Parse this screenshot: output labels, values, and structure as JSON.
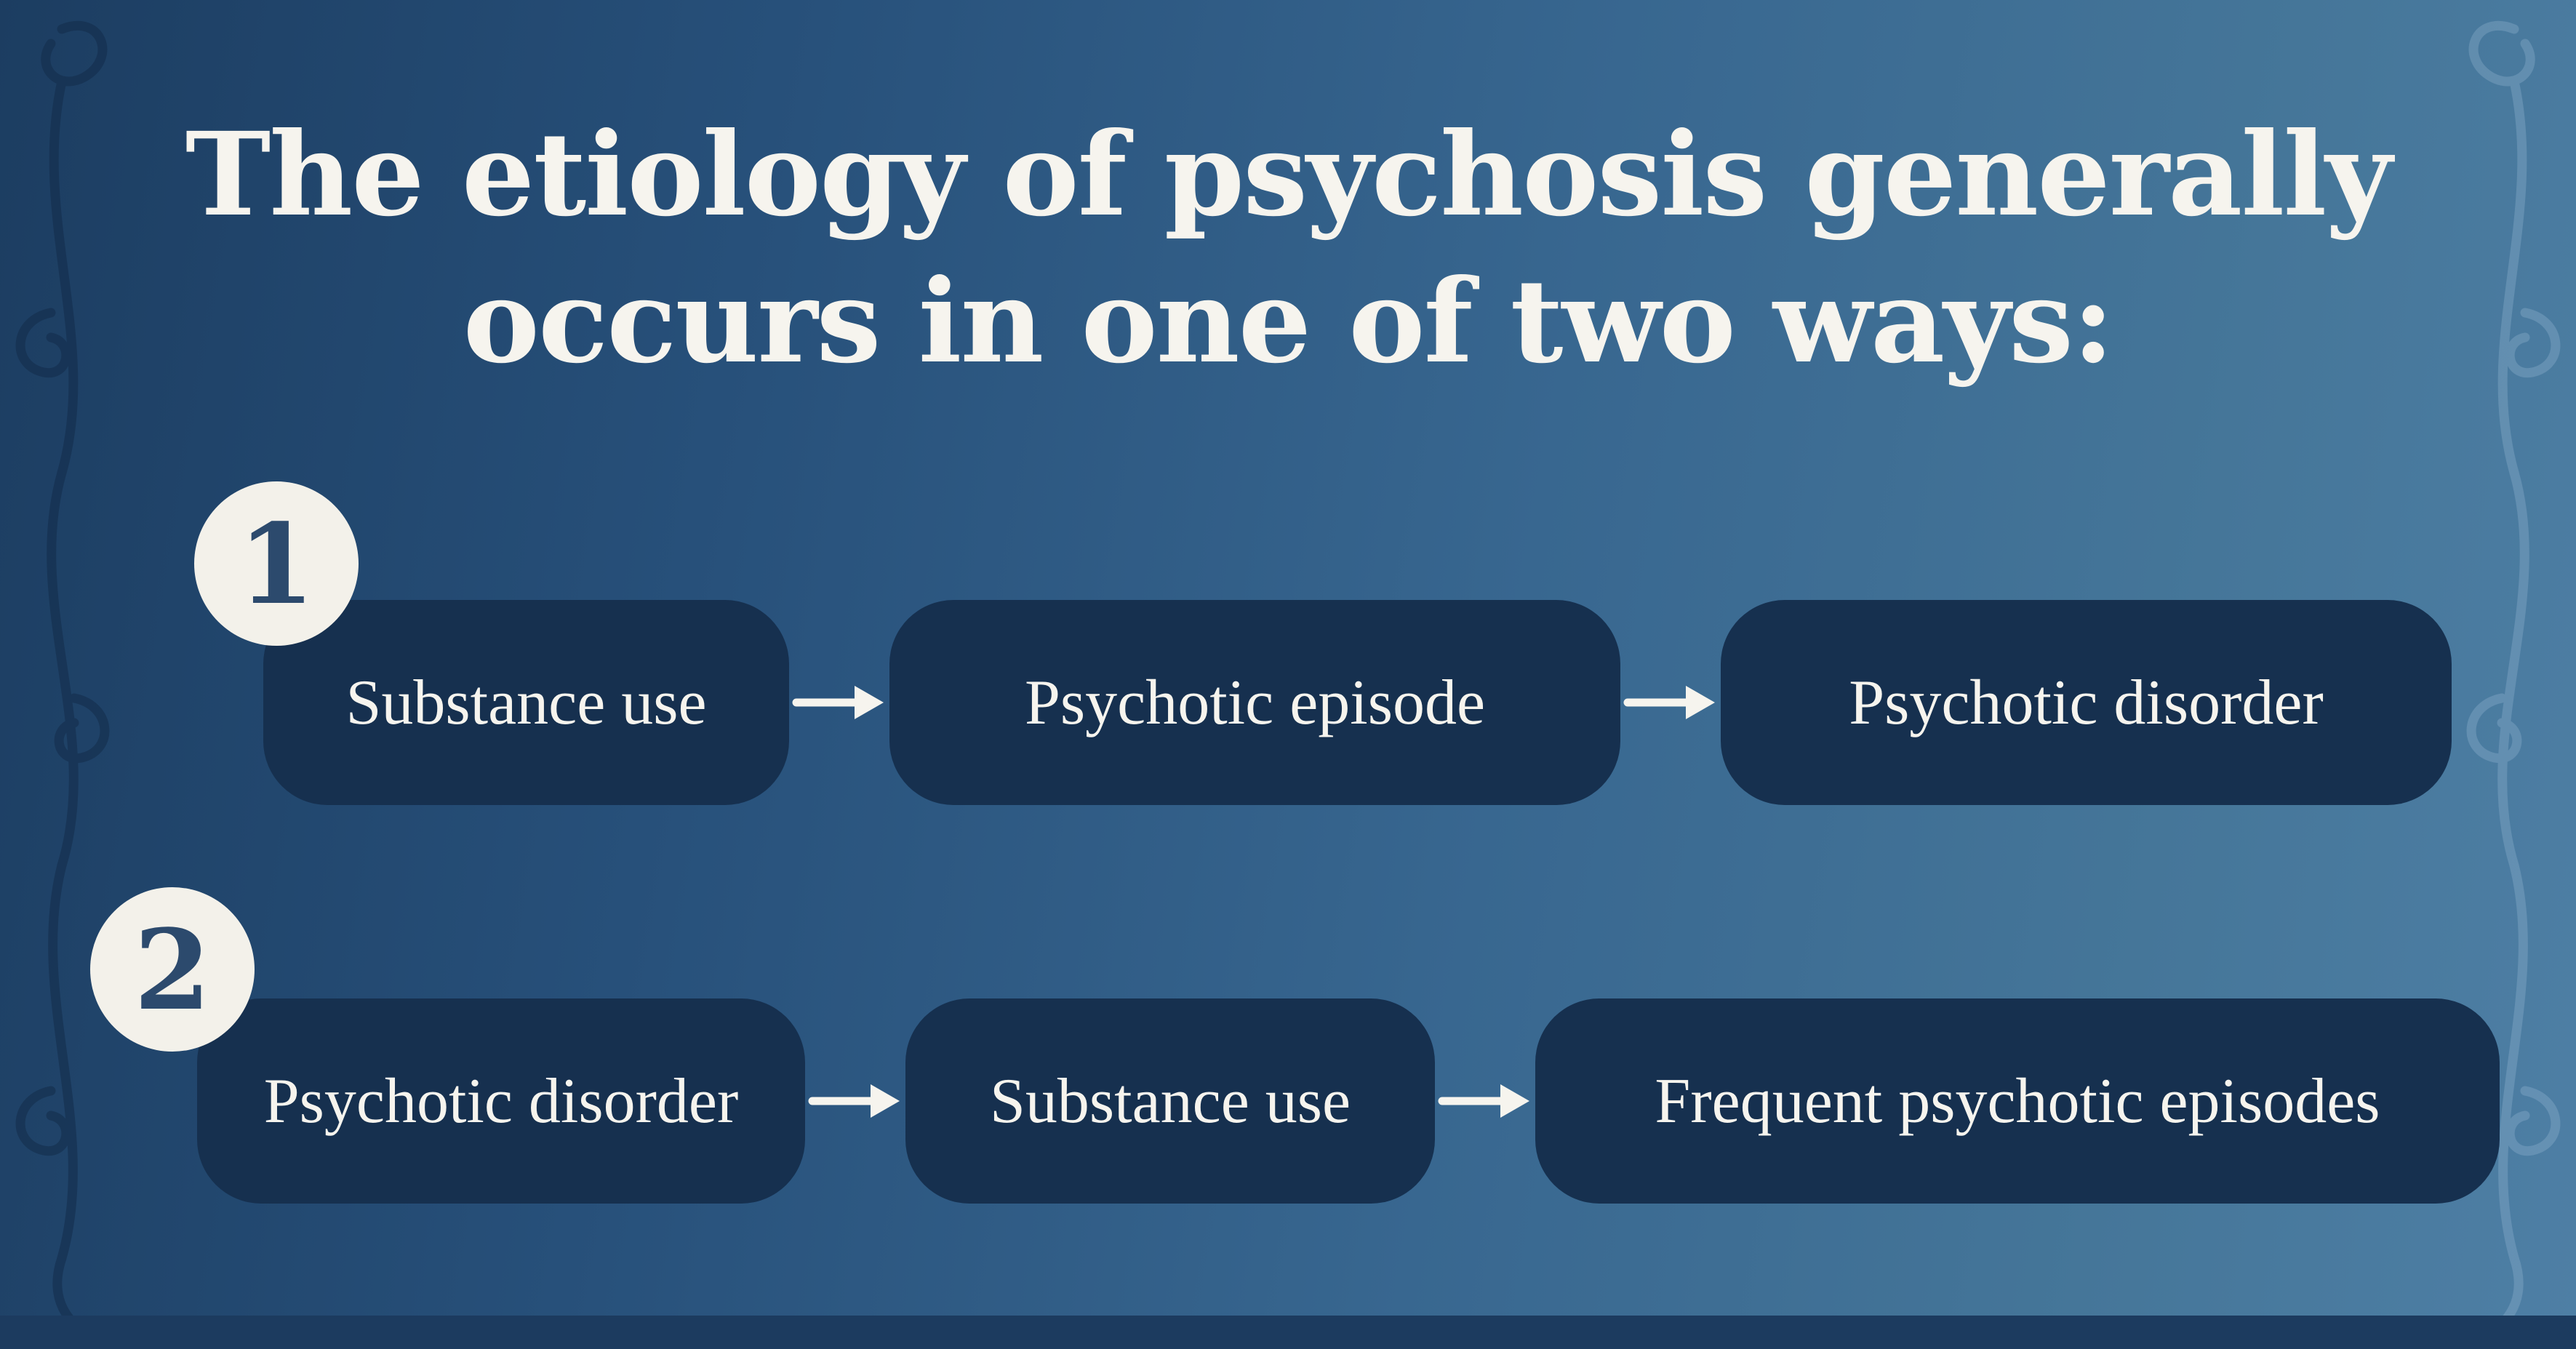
{
  "title": {
    "line1": "The etiology of psychosis generally",
    "line2": "occurs in one of two ways:"
  },
  "flows": [
    {
      "number": "1",
      "steps": [
        "Substance use",
        "Psychotic episode",
        "Psychotic disorder"
      ]
    },
    {
      "number": "2",
      "steps": [
        "Psychotic disorder",
        "Substance use",
        "Frequent psychotic episodes"
      ]
    }
  ],
  "icons": {
    "arrow": "arrow-right-icon",
    "ornament_left": "floral-flourish-left-icon",
    "ornament_right": "floral-flourish-right-icon"
  },
  "colors": {
    "background_dark": "#1c3d61",
    "background_light": "#4e7fa5",
    "box_fill": "#16304f",
    "text": "#f6f4ee",
    "badge_fill": "#f3f1ea",
    "badge_number": "#2c4a6d",
    "bottom_bar": "#1c3b5f",
    "arrow": "#f6f4ee"
  }
}
